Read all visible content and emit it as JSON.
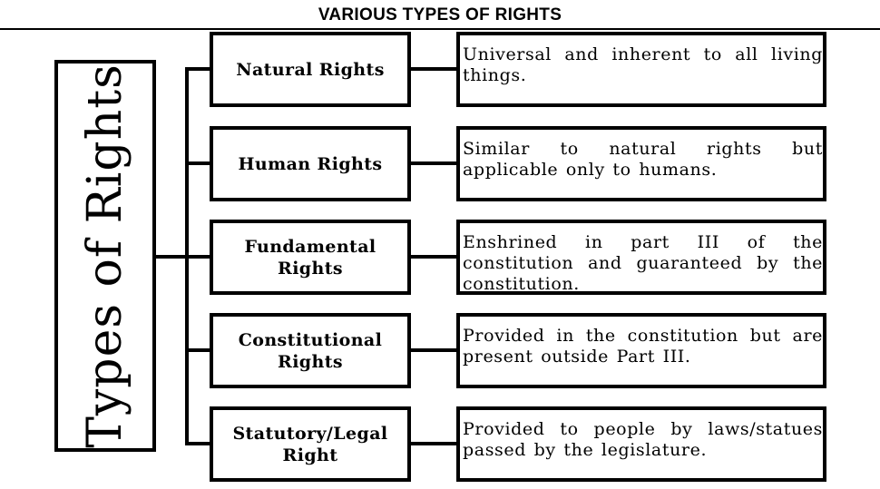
{
  "title": "VARIOUS TYPES OF RIGHTS",
  "root": {
    "label": "Types of Rights"
  },
  "types": [
    {
      "label": "Natural Rights",
      "description": "Universal and inherent to all living things."
    },
    {
      "label": "Human Rights",
      "description": "Similar to natural rights but applicable only to humans."
    },
    {
      "label": "Fundamental Rights",
      "description": "Enshrined in part III of the constitution and guaranteed by the constitution."
    },
    {
      "label": "Constitutional Rights",
      "description": "Provided in the constitution but are present outside Part III."
    },
    {
      "label": "Statutory/Legal Right",
      "description": "Provided to people by laws/statues passed by the legislature."
    }
  ]
}
